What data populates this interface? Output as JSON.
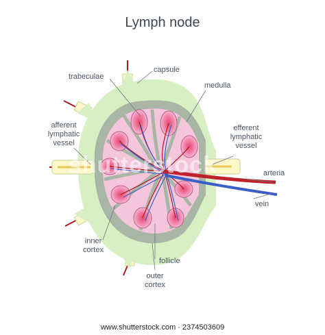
{
  "title": "Lymph node",
  "labels": {
    "capsule": "capsule",
    "trabeculae": "trabeculae",
    "medulla": "medulla",
    "afferent": "afferent\nlymphatic\nvessel",
    "efferent": "efferent\nlymphatic\nvessel",
    "arteria": "arteria",
    "vein": "vein",
    "inner_cortex": "inner\ncortex",
    "follicle": "follicle",
    "outer_cortex": "outer\ncortex"
  },
  "watermark": "shutterstock",
  "source_url": "www.shutterstock.com · 2374503609",
  "colors": {
    "capsule": "#d8efc4",
    "cortex_gray": "#a9b6a6",
    "medulla_pink": "#f3c6dc",
    "follicle": "#ee7aa0",
    "artery": "#c0202a",
    "vein": "#3b5fc8",
    "vessel_yellow": "#fdf6c8"
  }
}
